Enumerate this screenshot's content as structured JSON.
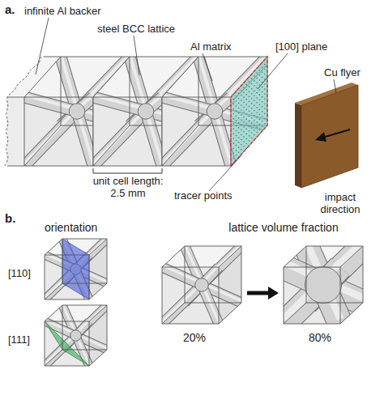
{
  "diagram": {
    "labels": [
      "a.",
      "infinite Al backer",
      "steel BCC lattice",
      "Al matrix",
      "[100] plane",
      "unit cell length: 2.5 mm",
      "tracer points",
      "Cu flyer",
      "impact direction",
      "b.",
      "orientation",
      "[110]",
      "[111]",
      "lattice volume fraction",
      "20%",
      "80%"
    ]
  }
}
